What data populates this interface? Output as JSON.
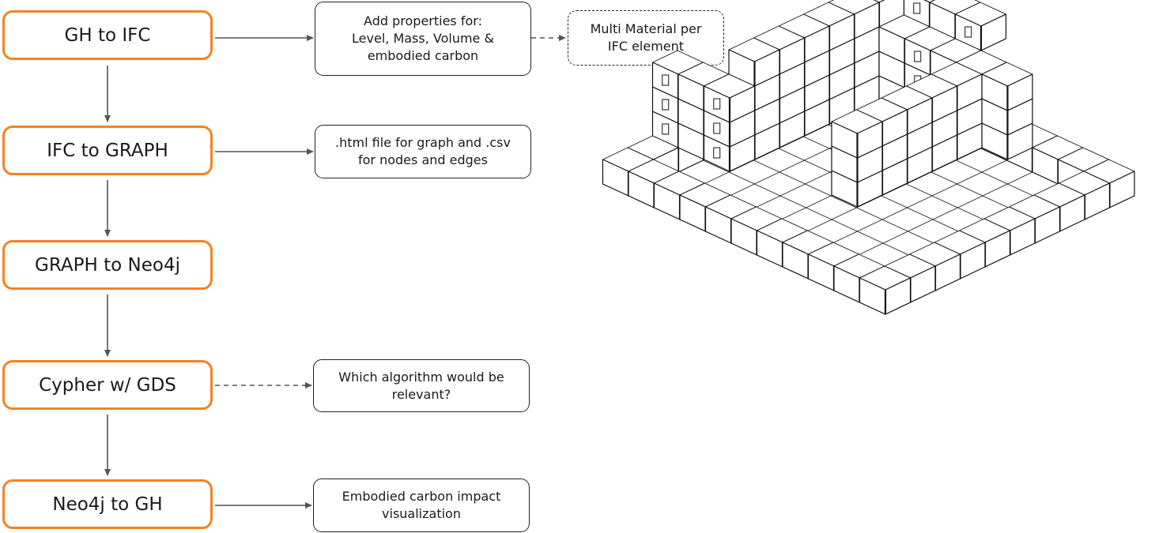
{
  "flow": {
    "steps": [
      {
        "label": "GH to IFC"
      },
      {
        "label": "IFC to GRAPH"
      },
      {
        "label": "GRAPH to Neo4j"
      },
      {
        "label": "Cypher w/ GDS"
      },
      {
        "label": "Neo4j to GH"
      }
    ],
    "notes": [
      {
        "text": "Add properties for:\nLevel, Mass, Volume &\nembodied carbon"
      },
      {
        "text": "Multi Material per\nIFC element"
      },
      {
        "text": ".html file for graph and .csv\nfor nodes and edges"
      },
      {
        "text": "Which algorithm would be\nrelevant?"
      },
      {
        "text": "Embodied carbon impact\nvisualization"
      }
    ]
  },
  "colors": {
    "step_border": "#f5821f",
    "note_border": "#222222",
    "arrow": "#555555",
    "building_line": "#111111"
  }
}
